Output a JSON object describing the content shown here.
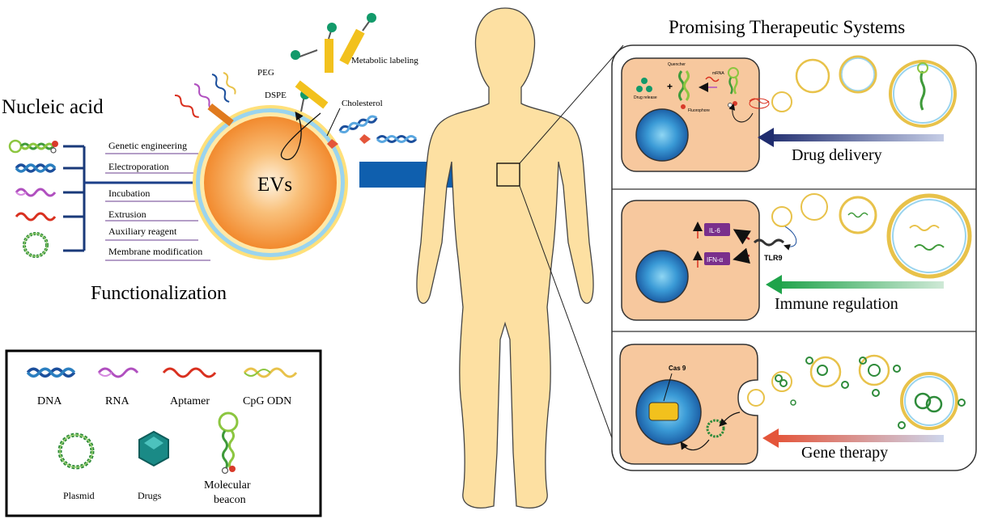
{
  "left": {
    "heading": "Nucleic acid",
    "footer": "Functionalization",
    "methods": [
      "Genetic engineering",
      "Electroporation",
      "Incubation",
      "Extrusion",
      "Auxiliary reagent",
      "Membrane modification"
    ]
  },
  "ev": {
    "label": "EVs",
    "annotations": {
      "peg": "PEG",
      "dspe": "DSPE",
      "metabolic": "Metabolic labeling",
      "cholesterol": "Cholesterol"
    }
  },
  "legend": {
    "items": [
      "DNA",
      "RNA",
      "Aptamer",
      "CpG ODN",
      "Plasmid",
      "Drugs"
    ],
    "beacon_line1": "Molecular",
    "beacon_line2": "beacon"
  },
  "right": {
    "heading": "Promising Therapeutic Systems",
    "panels": {
      "drug": {
        "title": "Drug delivery",
        "quencher": "Quencher",
        "mrna": "mRNA",
        "drug_release": "Drug release",
        "fluorophore": "Fluorophore"
      },
      "immune": {
        "title": "Immune regulation",
        "il6": "IL-6",
        "ifn": "IFN-α",
        "tlr9": "TLR9"
      },
      "gene": {
        "title": "Gene therapy",
        "cas9": "Cas 9"
      }
    }
  },
  "colors": {
    "ev_core": "#f5a04a",
    "ev_ring": "#7fc8e8",
    "body": "#fde0a2",
    "cell": "#f7c89e",
    "nucleus": "#2b7fc0",
    "dna": "#1c4f9c",
    "rna": "#b04fbf",
    "aptamer": "#d9301f",
    "cpg": "#e8c24a",
    "drug_arrow": "#26357a",
    "immune_arrow": "#2aa64f",
    "gene_arrow": "#e4553a",
    "main_arrow": "#0f5fae"
  }
}
